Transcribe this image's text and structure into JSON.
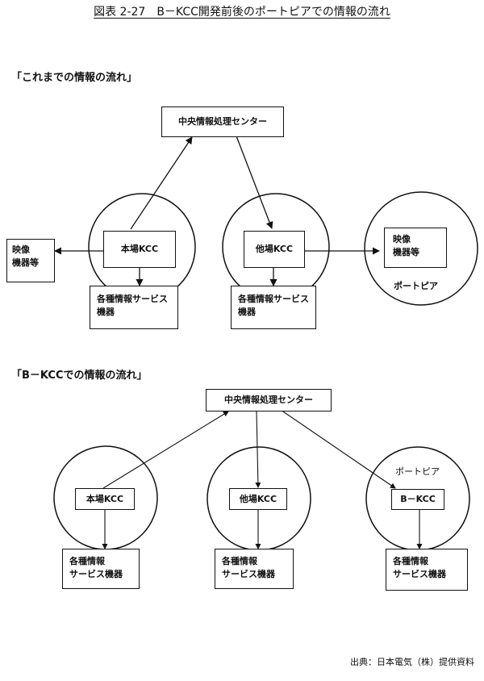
{
  "title": "図表 2-27　B－KCC開発前後のポートピアでの情報の流れ",
  "section1": {
    "title": "「これまでの情報の流れ」",
    "center": "中央情報処理センター",
    "honba_kcc": "本場KCC",
    "taba_kcc": "他場KCC",
    "eizo_left": "映像\n機器等",
    "eizo_right": "映像\n機器等",
    "portpia": "ポートピア",
    "service1": "各種情報サービス\n機器",
    "service2": "各種情報サービス\n機器"
  },
  "section2": {
    "title": "「B－KCCでの情報の流れ」",
    "center": "中央情報処理センター",
    "honba_kcc": "本場KCC",
    "taba_kcc": "他場KCC",
    "b_kcc": "B－KCC",
    "portpia": "ポートピア",
    "service1": "各種情報\nサービス機器",
    "service2": "各種情報\nサービス機器",
    "service3": "各種情報\nサービス機器"
  },
  "source": "出典：日本電気（株）提供資料"
}
